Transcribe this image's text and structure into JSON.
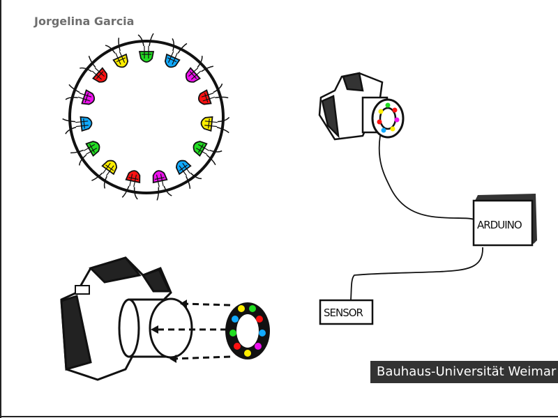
{
  "slide": {
    "author": "Jorgelina Garcia",
    "institution": "Bauhaus-Universität Weimar"
  },
  "sketch": {
    "arduino_label": "ARDUINO",
    "sensor_label": "SENSOR",
    "led_colors": [
      "#22dd22",
      "#11aaff",
      "#ee11ee",
      "#ff1111",
      "#ffee00",
      "#22dd22",
      "#11aaff",
      "#ee11ee",
      "#ff1111",
      "#ffee00",
      "#22dd22",
      "#11aaff",
      "#ee11ee",
      "#ff1111",
      "#ffee00"
    ]
  }
}
